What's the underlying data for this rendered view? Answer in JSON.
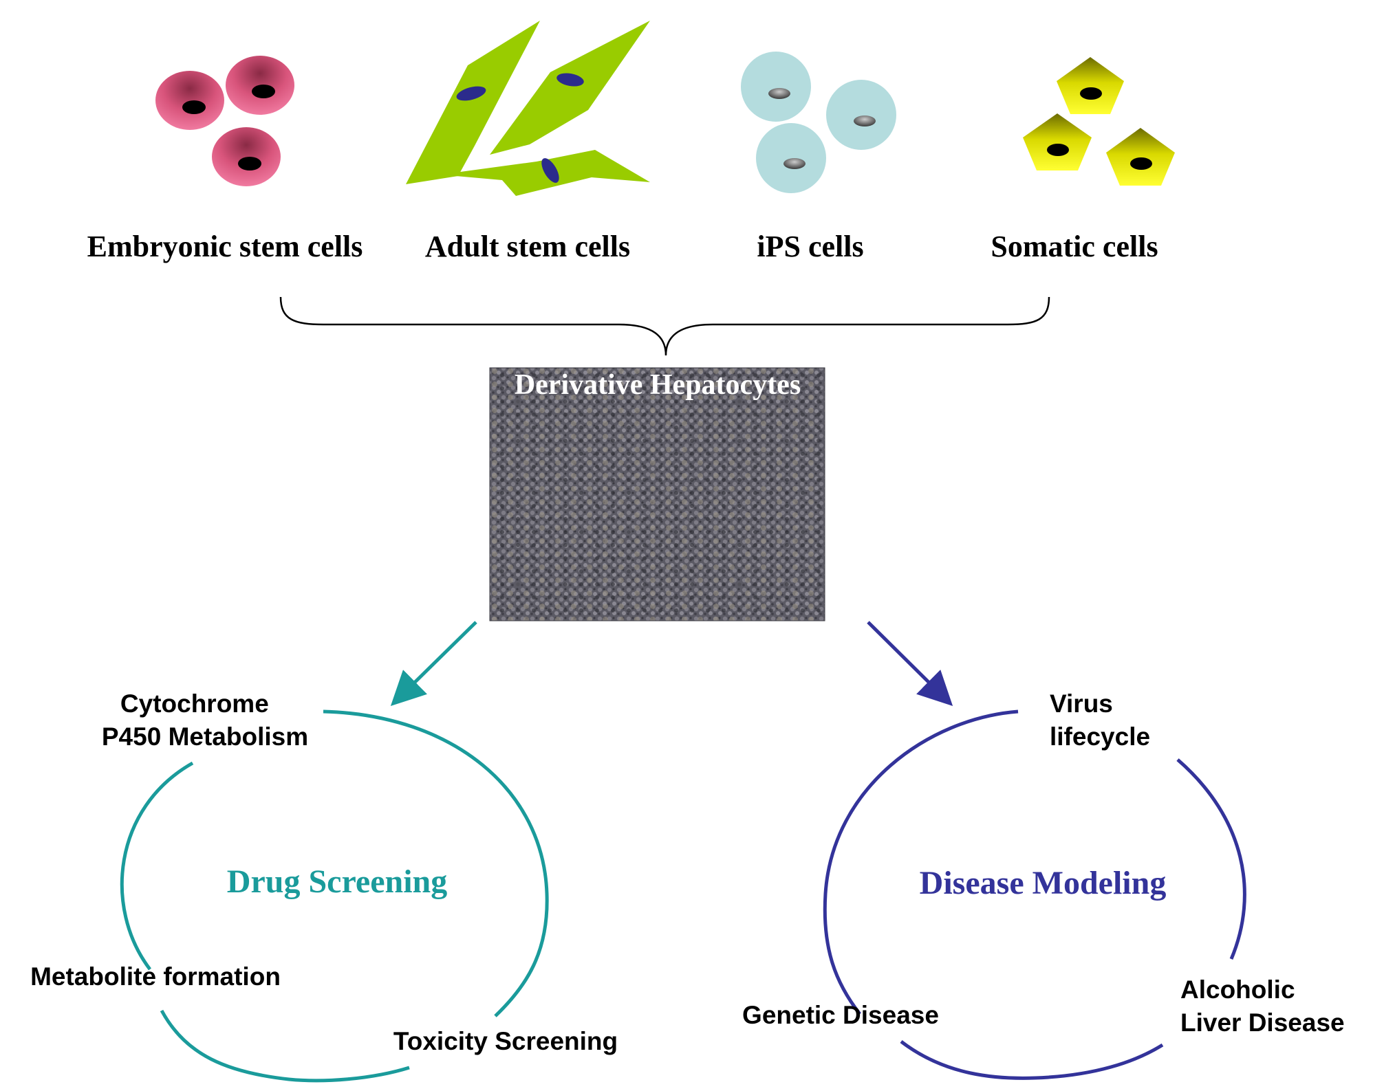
{
  "cell_sources": [
    {
      "label": "Embryonic stem cells"
    },
    {
      "label": "Adult stem cells"
    },
    {
      "label": "iPS cells"
    },
    {
      "label": "Somatic cells"
    }
  ],
  "center": {
    "title": "Derivative Hepatocytes"
  },
  "drug_screening": {
    "title": "Drug Screening",
    "items": {
      "cyp_line1": "Cytochrome",
      "cyp_line2": "P450 Metabolism",
      "metabolite": "Metabolite formation",
      "toxicity": "Toxicity Screening"
    }
  },
  "disease_modeling": {
    "title": "Disease Modeling",
    "items": {
      "virus_line1": "Virus",
      "virus_line2": "lifecycle",
      "genetic": "Genetic Disease",
      "alcoholic_line1": "Alcoholic",
      "alcoholic_line2": "Liver Disease"
    }
  },
  "colors": {
    "embryonic": "#e2577f",
    "adult": "#99cc00",
    "ips": "#b4dcde",
    "somatic": "#e6e600",
    "drug": "#1a9b9b",
    "disease": "#33339a"
  }
}
